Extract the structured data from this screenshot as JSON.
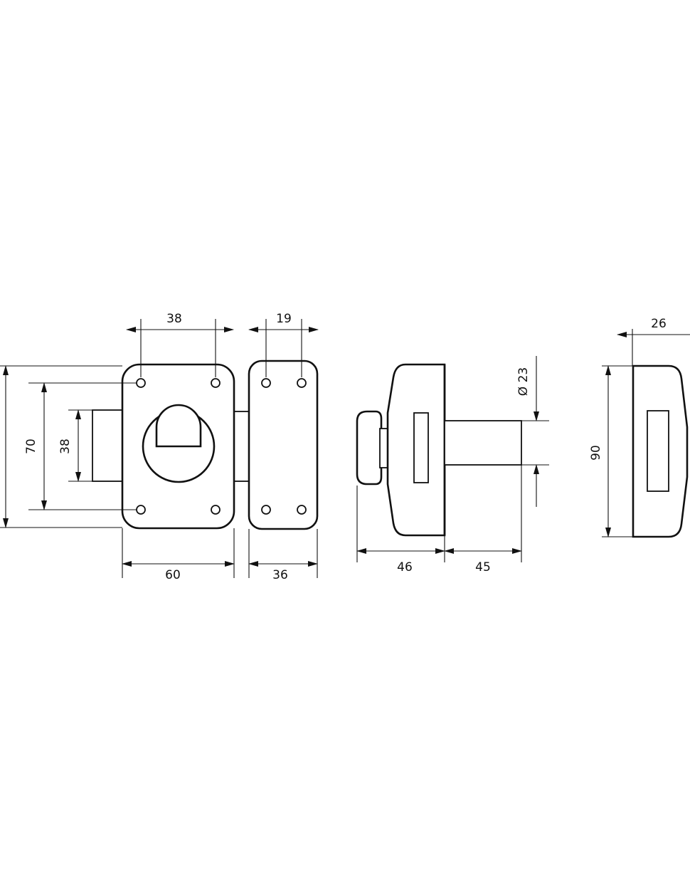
{
  "dimensions": {
    "front_total_height": "90",
    "front_hole_spacing_vertical": "70",
    "front_bolt_height": "38",
    "front_hole_spacing_horizontal": "38",
    "front_width": "60",
    "keeper_hole_spacing": "19",
    "keeper_width": "36",
    "side_cylinder_diameter": "Ø 23",
    "side_body_depth": "46",
    "side_cylinder_projection": "45",
    "end_depth": "26",
    "end_height": "90"
  },
  "colors": {
    "line": "#111111",
    "background": "#ffffff"
  }
}
